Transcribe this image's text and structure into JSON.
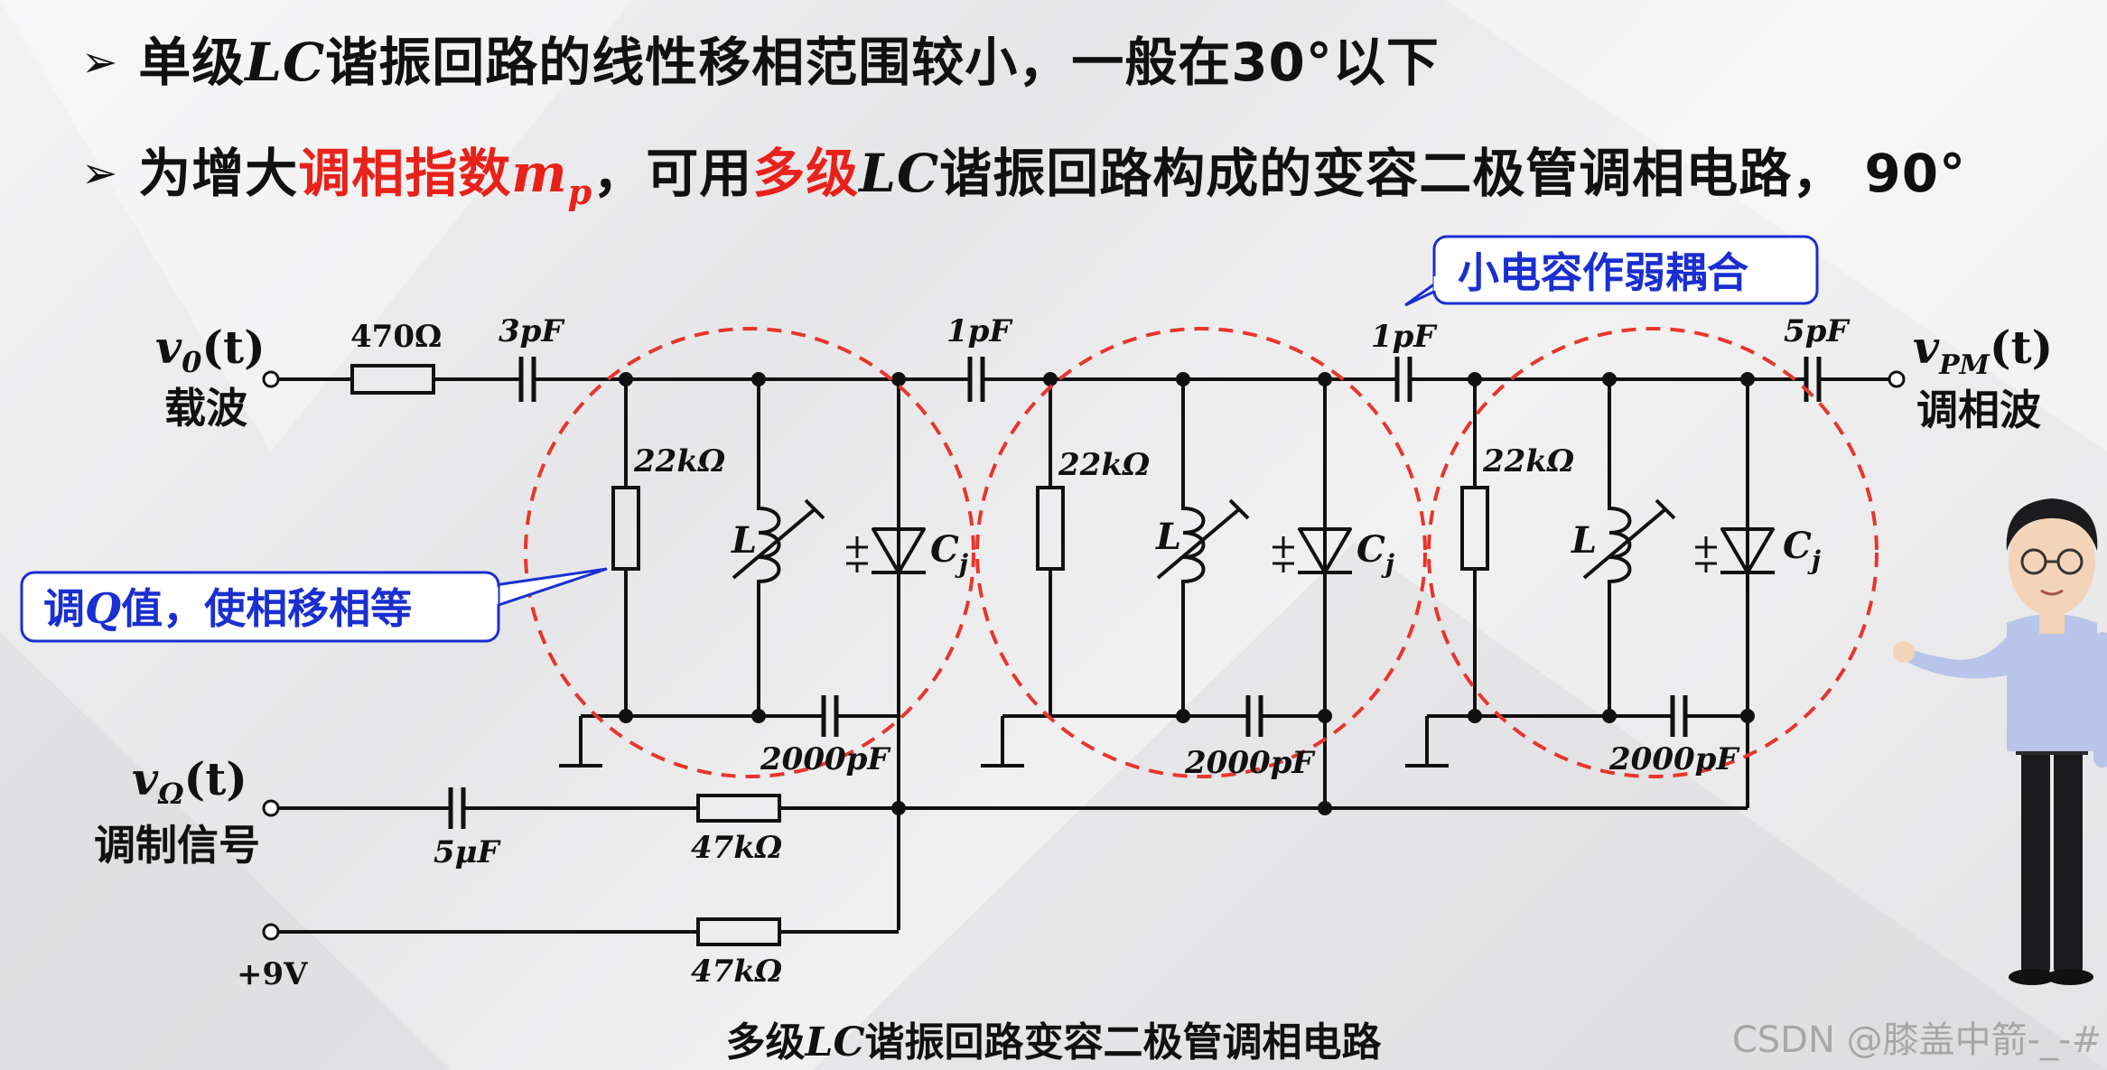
{
  "bullets": {
    "line1": {
      "arrow": "➢",
      "part1": "单级",
      "lc": "LC",
      "part2": "谐振回路的线性移相范围较小，一般在30°以下"
    },
    "line2": {
      "arrow": "➢",
      "part1": "为增大",
      "red1": "调相指数",
      "mp_m": "m",
      "mp_sub": "p",
      "part2": "，可用",
      "red2": "多级",
      "lc": "LC",
      "part3": "谐振回路构成的变容二极管调相电路，  90°"
    }
  },
  "circuit": {
    "input": {
      "symbol": "v",
      "sub": "0",
      "arg": "(t)",
      "name": "载波"
    },
    "output": {
      "symbol": "v",
      "sub": "PM",
      "arg": "(t)",
      "name": "调相波"
    },
    "modulation": {
      "symbol": "v",
      "sub": "Ω",
      "arg": "(t)",
      "name": "调制信号"
    },
    "supply": "+9V",
    "r_input": "470Ω",
    "c_input": "3pF",
    "c_couple1": "1pF",
    "c_couple2": "1pF",
    "c_output": "5pF",
    "stage_r": "22kΩ",
    "stage_l": "L",
    "stage_cj_c": "C",
    "stage_cj_j": "j",
    "stage_bypass": "2000pF",
    "c_mod": "5μF",
    "r_mod": "47kΩ",
    "r_bias": "47kΩ"
  },
  "callouts": {
    "q_note": {
      "pre": "调",
      "q": "Q",
      "post": "值，使相移相等"
    },
    "coupling_note": "小电容作弱耦合"
  },
  "caption": {
    "part1": "多级",
    "lc": "LC",
    "part2": "谐振回路变容二极管调相电路"
  },
  "watermark": "CSDN @膝盖中箭-_-#",
  "colors": {
    "accent_red": "#e8221a",
    "callout_blue": "#1a2fd1",
    "dashed_circle": "#e8352c"
  }
}
